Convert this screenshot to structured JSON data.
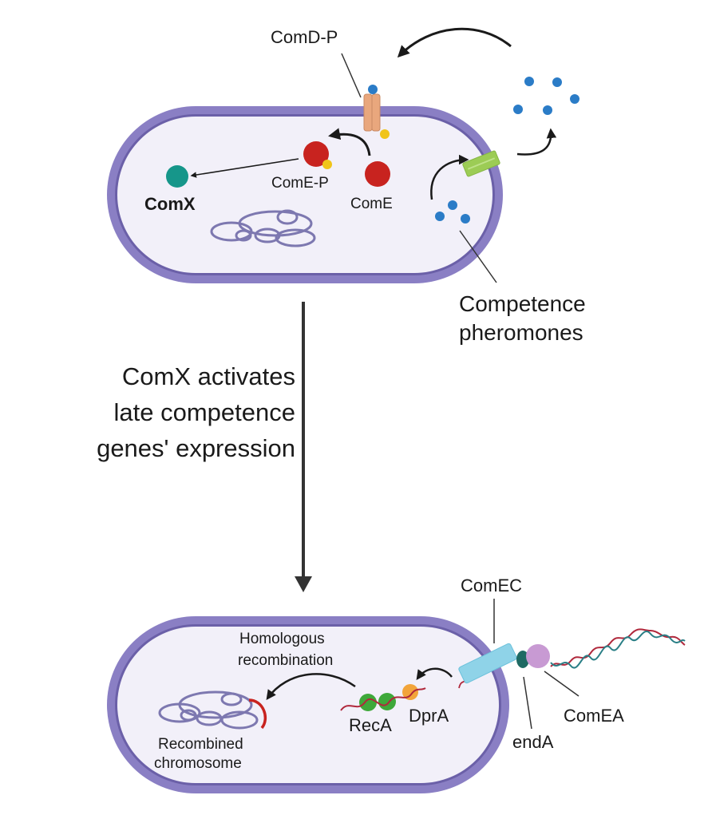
{
  "figure": {
    "colors": {
      "membrane": "#8a7fc4",
      "membrane_dark": "#6b60a8",
      "cytoplasm": "#f2f0f9",
      "pheromone": "#2b7cc7",
      "phosphate": "#f0c419",
      "come": "#c8231f",
      "comx": "#16968a",
      "comd": "#e9a77d",
      "transporter": "#9ccc55",
      "comec": "#8fd3e8",
      "enda": "#1f6a63",
      "comea": "#c89ad3",
      "reca": "#3ea83a",
      "dpra": "#f2a43a",
      "dna_red": "#b0283c",
      "dna_teal": "#2a7f86",
      "arrow": "#1a1a1a",
      "chromosome": "#7d78b0"
    },
    "top_cell": {
      "labels": {
        "comd_p": "ComD-P",
        "come_p": "ComE-P",
        "come": "ComE",
        "comx": "ComX",
        "pheromones_line1": "Competence",
        "pheromones_line2": "pheromones"
      }
    },
    "transition": {
      "line1": "ComX activates",
      "line2": "late competence",
      "line3": "genes' expression"
    },
    "bottom_cell": {
      "labels": {
        "comec": "ComEC",
        "homologous_line1": "Homologous",
        "homologous_line2": "recombination",
        "reca": "RecA",
        "dpra": "DprA",
        "enda": "endA",
        "comea": "ComEA",
        "recombined_line1": "Recombined",
        "recombined_line2": "chromosome"
      }
    }
  }
}
